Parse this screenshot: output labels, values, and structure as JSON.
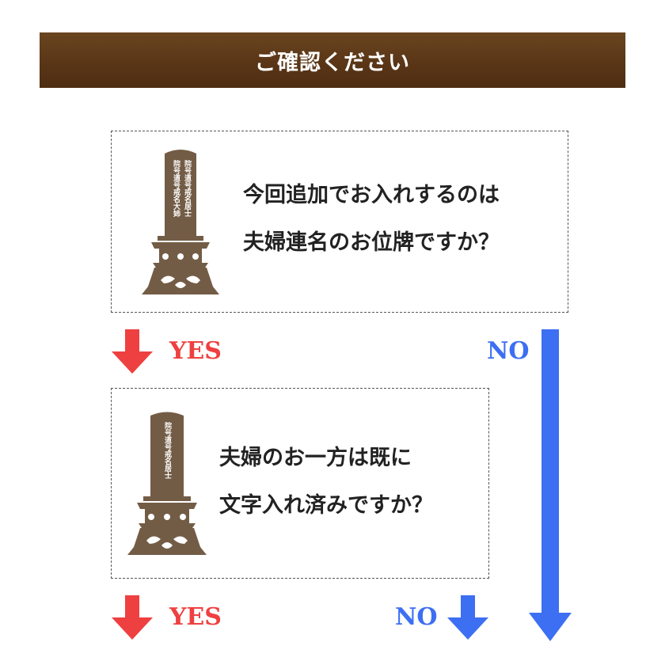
{
  "header": {
    "title": "ご確認ください"
  },
  "step1": {
    "question_line1": "今回追加でお入れするのは",
    "question_line2": "夫婦連名のお位牌ですか？",
    "tablet_inscription_right": "院号道号戒名居士",
    "tablet_inscription_left": "院号道号戒名大姉"
  },
  "step2": {
    "question_line1": "夫婦のお一方は既に",
    "question_line2": "文字入れ済みですか？",
    "tablet_inscription": "院号道号戒名居士"
  },
  "labels": {
    "yes1": "YES",
    "no1": "NO",
    "yes2": "YES",
    "no2": "NO"
  },
  "colors": {
    "header_bg": "#5a3617",
    "tablet": "#735c46",
    "yes": "#ee4040",
    "no": "#3d6ff2"
  }
}
